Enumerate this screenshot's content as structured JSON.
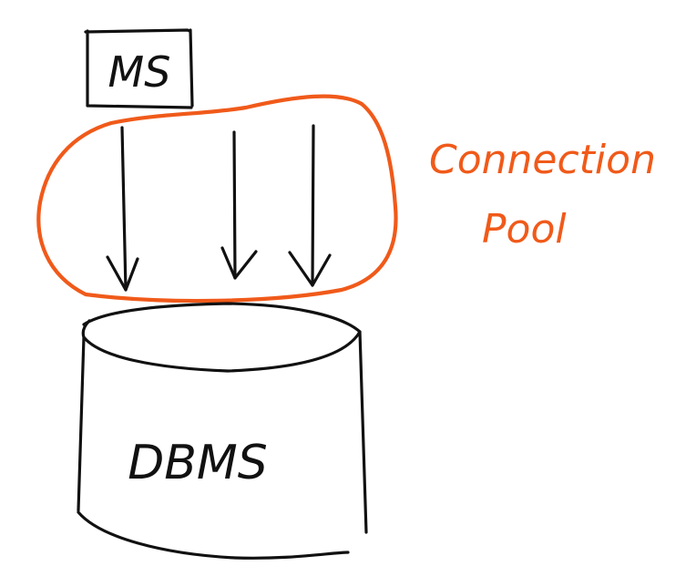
{
  "diagram": {
    "service_label": "MS",
    "pool_label_line1": "Connection",
    "pool_label_line2": "Pool",
    "database_label": "DBMS",
    "connection_count": 3
  },
  "colors": {
    "ink": "#111111",
    "pool": "#f05a1a",
    "background": "#ffffff"
  }
}
